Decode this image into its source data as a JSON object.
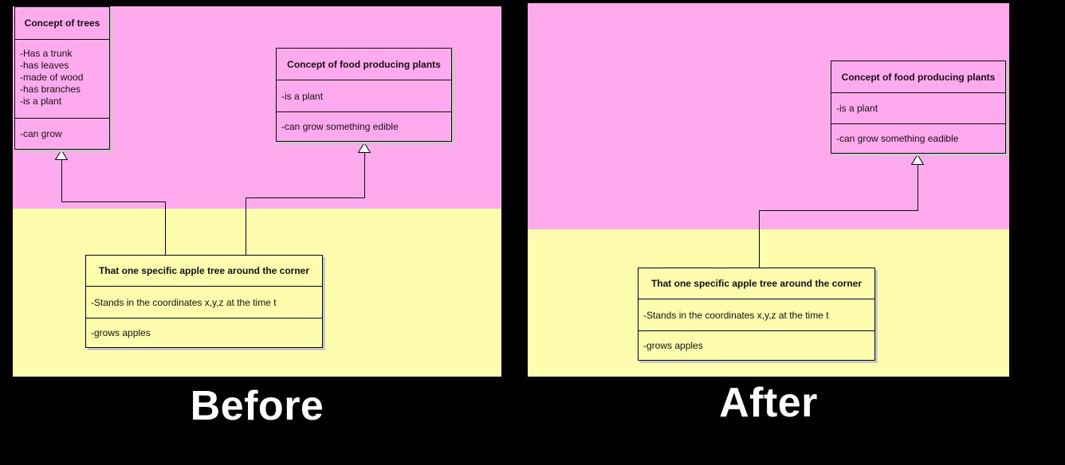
{
  "panels": [
    {
      "label": "Before",
      "classes": [
        {
          "title": "Concept of trees",
          "attributes": [
            "-Has a trunk",
            "-has leaves",
            "-made of wood",
            "-has branches",
            "-is a plant"
          ],
          "methods": [
            "-can grow"
          ]
        },
        {
          "title": "Concept of food producing plants",
          "attributes": [
            "-is a plant"
          ],
          "methods": [
            "-can grow something edible"
          ]
        },
        {
          "title": "That one specific apple tree around the corner",
          "attributes": [
            "-Stands in the coordinates x,y,z at the time t"
          ],
          "methods": [
            "-grows apples"
          ]
        }
      ]
    },
    {
      "label": "After",
      "classes": [
        {
          "title": "Concept of food producing plants",
          "attributes": [
            "-is a plant"
          ],
          "methods": [
            "-can grow something eadible"
          ]
        },
        {
          "title": "That one specific apple tree around the corner",
          "attributes": [
            "-Stands in the coordinates x,y,z at the time t"
          ],
          "methods": [
            "-grows apples"
          ]
        }
      ]
    }
  ],
  "colors": {
    "background": "#000000",
    "concept_region": "#FFAAEE",
    "instance_region": "#FEFCAD",
    "box_border": "#000000",
    "box_shadow": "#C9C9C9",
    "caption_text": "#FFFFFF"
  }
}
